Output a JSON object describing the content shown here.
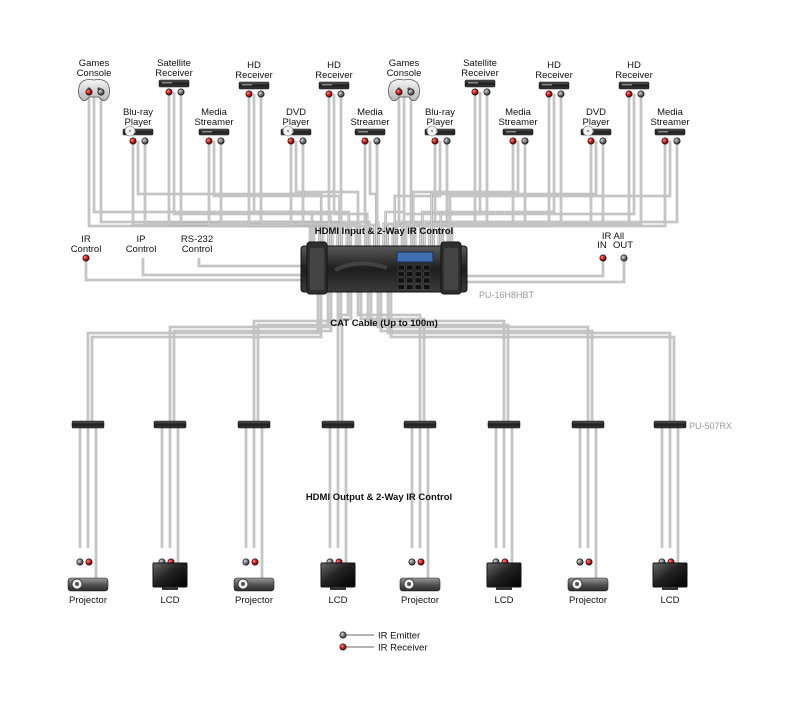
{
  "sources": [
    {
      "label_line1": "Games",
      "label_line2": "Console",
      "icon": "gamepad-icon"
    },
    {
      "label_line1": "Blu-ray",
      "label_line2": "Player",
      "icon": "bluray-player-icon"
    },
    {
      "label_line1": "Satellite",
      "label_line2": "Receiver",
      "icon": "satellite-receiver-icon"
    },
    {
      "label_line1": "Media",
      "label_line2": "Streamer",
      "icon": "media-streamer-icon"
    },
    {
      "label_line1": "HD",
      "label_line2": "Receiver",
      "icon": "hd-receiver-icon"
    },
    {
      "label_line1": "DVD",
      "label_line2": "Player",
      "icon": "dvd-player-icon"
    },
    {
      "label_line1": "HD",
      "label_line2": "Receiver",
      "icon": "hd-receiver-icon"
    },
    {
      "label_line1": "Media",
      "label_line2": "Streamer",
      "icon": "media-streamer-icon"
    },
    {
      "label_line1": "Games",
      "label_line2": "Console",
      "icon": "gamepad-icon"
    },
    {
      "label_line1": "Blu-ray",
      "label_line2": "Player",
      "icon": "bluray-player-icon"
    },
    {
      "label_line1": "Satellite",
      "label_line2": "Receiver",
      "icon": "satellite-receiver-icon"
    },
    {
      "label_line1": "Media",
      "label_line2": "Streamer",
      "icon": "media-streamer-icon"
    },
    {
      "label_line1": "HD",
      "label_line2": "Receiver",
      "icon": "hd-receiver-icon"
    },
    {
      "label_line1": "DVD",
      "label_line2": "Player",
      "icon": "dvd-player-icon"
    },
    {
      "label_line1": "HD",
      "label_line2": "Receiver",
      "icon": "hd-receiver-icon"
    },
    {
      "label_line1": "Media",
      "label_line2": "Streamer",
      "icon": "media-streamer-icon"
    }
  ],
  "labels": {
    "hdmi_input": "HDMI Input & 2-Way IR Control",
    "cat_cable": "CAT Cable (Up to 100m)",
    "hdmi_output": "HDMI Output & 2-Way IR Control",
    "matrix_model": "PU-16H8HBT",
    "receiver_model": "PU-507RX",
    "ir_control_1": "IR",
    "ir_control_2": "Control",
    "ip_control_1": "IP",
    "ip_control_2": "Control",
    "rs232_1": "RS-232",
    "rs232_2": "Control",
    "ir_all": "IR All",
    "ir_in": "IN",
    "ir_out": "OUT"
  },
  "displays": [
    {
      "label": "Projector",
      "icon": "projector-icon"
    },
    {
      "label": "LCD",
      "icon": "lcd-tv-icon"
    },
    {
      "label": "Projector",
      "icon": "projector-icon"
    },
    {
      "label": "LCD",
      "icon": "lcd-tv-icon"
    },
    {
      "label": "Projector",
      "icon": "projector-icon"
    },
    {
      "label": "LCD",
      "icon": "lcd-tv-icon"
    },
    {
      "label": "Projector",
      "icon": "projector-icon"
    },
    {
      "label": "LCD",
      "icon": "lcd-tv-icon"
    }
  ],
  "legend": [
    {
      "label": "IR Emitter",
      "color": "#7a7a7a"
    },
    {
      "label": "IR Receiver",
      "color": "#c81e1e"
    }
  ],
  "colors": {
    "cable": "#b3b3b3",
    "ir_emitter": "#7a7a7a",
    "ir_receiver": "#c81e1e",
    "device_dark": "#2a2a2a"
  }
}
